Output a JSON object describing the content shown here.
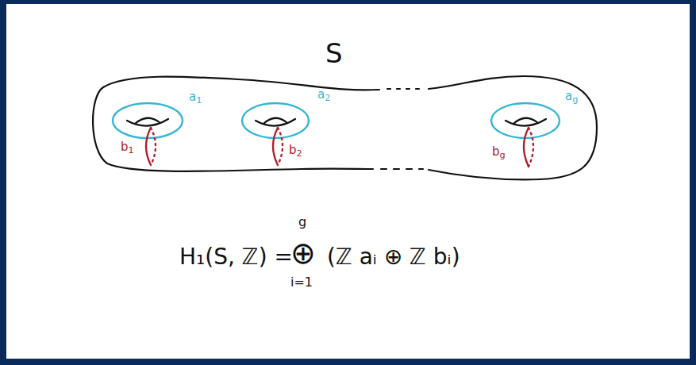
{
  "diagram": {
    "labels": [
      "S",
      "a1",
      "a2",
      "ag",
      "b1",
      "b2",
      "bg",
      "H₁(S, ℤ) =",
      "g",
      "⊕",
      "i=1",
      "(ℤ aᵢ ⊕ ℤ bᵢ)"
    ]
  }
}
